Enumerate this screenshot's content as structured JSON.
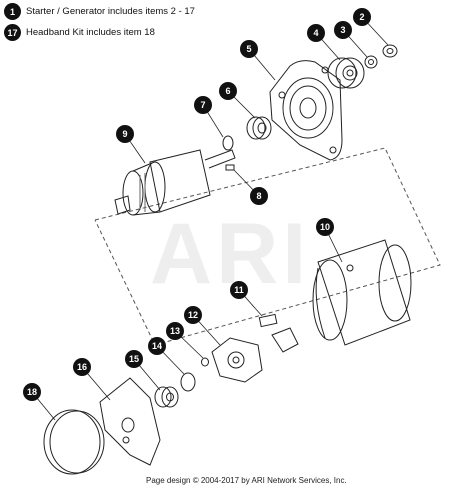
{
  "notes": [
    {
      "badge": "1",
      "text": "Starter / Generator includes items 2 - 17"
    },
    {
      "badge": "17",
      "text": "Headband Kit includes item 18"
    }
  ],
  "callouts": [
    "2",
    "4",
    "3",
    "5",
    "6",
    "7",
    "9",
    "8",
    "10",
    "11",
    "12",
    "13",
    "14",
    "15",
    "16",
    "18"
  ],
  "watermark": "ARI",
  "footer": "Page design © 2004-2017 by ARI Network Services, Inc."
}
